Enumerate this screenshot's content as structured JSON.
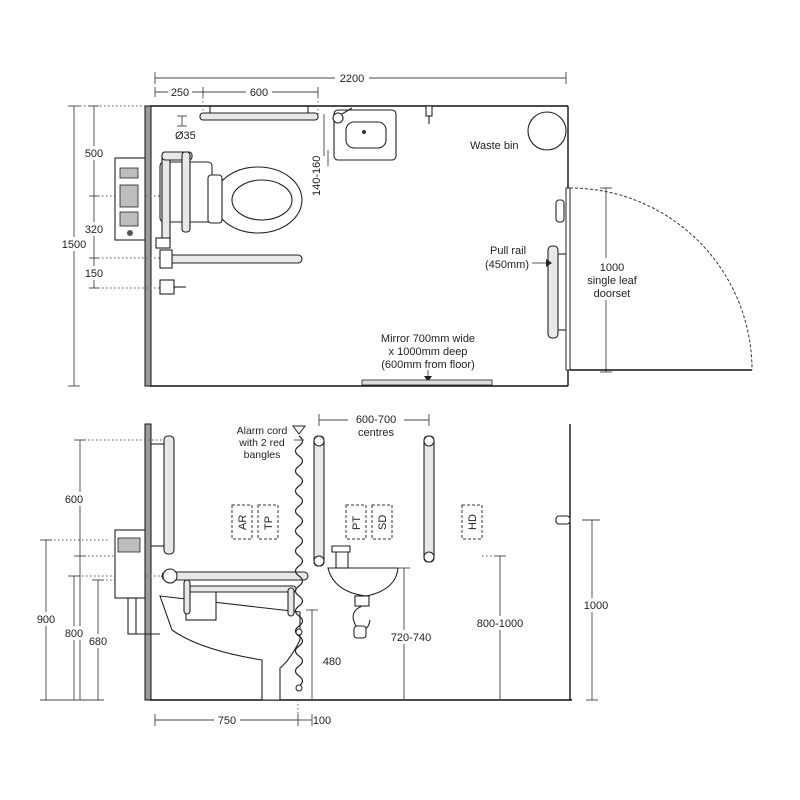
{
  "plan": {
    "dims": {
      "overall_width": "2200",
      "seg_250": "250",
      "seg_600": "600",
      "overall_depth": "1500",
      "dim_500": "500",
      "dim_320": "320",
      "dim_150": "150",
      "pipe": "Ø35",
      "basin_gap": "140-160"
    },
    "labels": {
      "waste_bin": "Waste bin",
      "pull_rail_1": "Pull rail",
      "pull_rail_2": "(450mm)",
      "door_1": "1000",
      "door_2": "single leaf",
      "door_3": "doorset",
      "mirror_1": "Mirror 700mm wide",
      "mirror_2": "x 1000mm deep",
      "mirror_3": "(600mm from floor)"
    }
  },
  "elevation": {
    "dims": {
      "dim_600": "600",
      "dim_900": "900",
      "dim_800": "800",
      "dim_680": "680",
      "dim_480": "480",
      "dim_750": "750",
      "dim_100": "100",
      "dim_720_740": "720-740",
      "dim_800_1000": "800-1000",
      "dim_1000": "1000",
      "centres_1": "600-700",
      "centres_2": "centres"
    },
    "labels": {
      "alarm_1": "Alarm cord",
      "alarm_2": "with 2 red",
      "alarm_3": "bangles"
    },
    "accessory_tags": [
      "AR",
      "TP",
      "PT",
      "SD",
      "HD"
    ]
  }
}
